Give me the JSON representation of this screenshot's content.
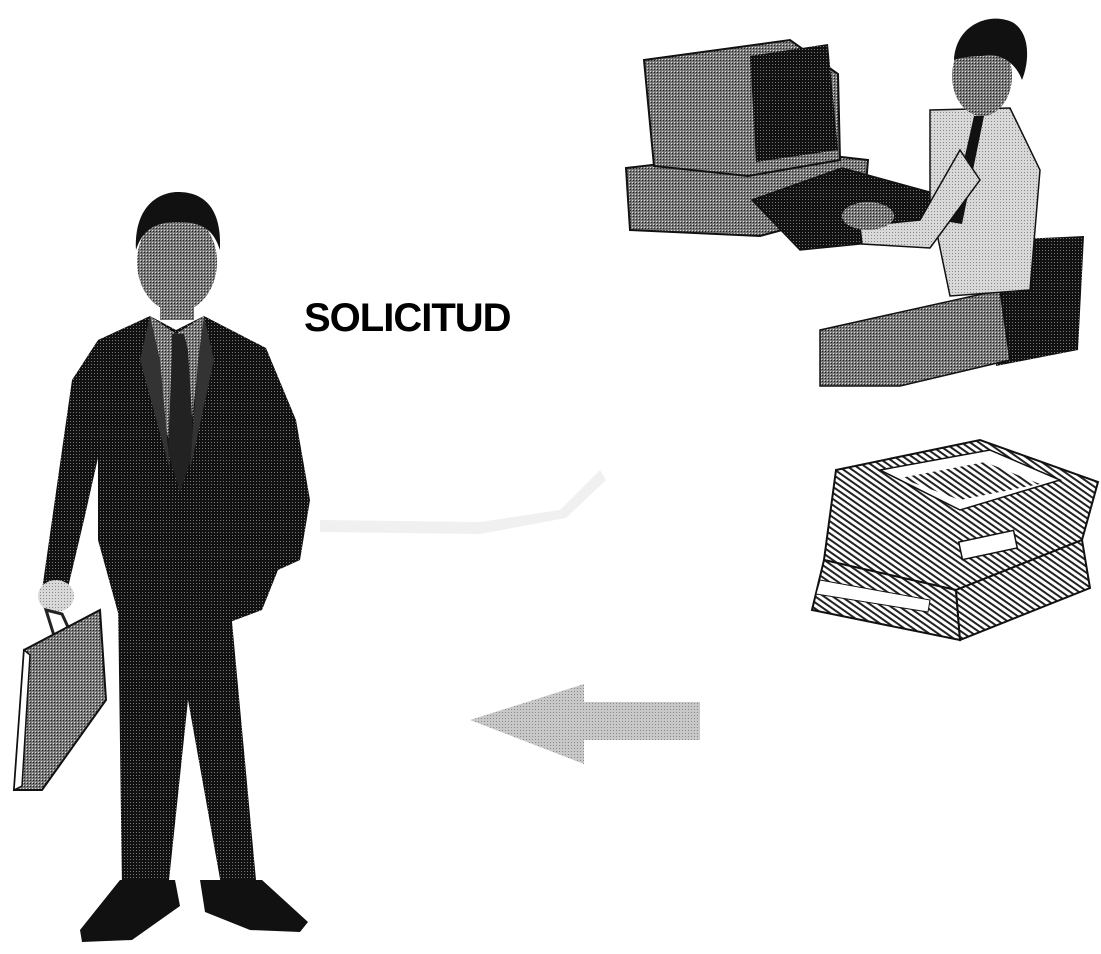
{
  "diagram": {
    "request_label": "SOLICITUD",
    "nodes": [
      {
        "id": "client",
        "icon": "businessman-icon"
      },
      {
        "id": "operator",
        "icon": "computer-operator-icon"
      },
      {
        "id": "printer",
        "icon": "printer-icon"
      }
    ],
    "arrows": [
      {
        "from": "operator",
        "to": "client",
        "icon": "faint-arrow-icon",
        "color": "#e2e2e2"
      },
      {
        "from": "printer",
        "to": "client",
        "icon": "left-arrow-icon",
        "color": "#b9b9b9"
      }
    ]
  }
}
